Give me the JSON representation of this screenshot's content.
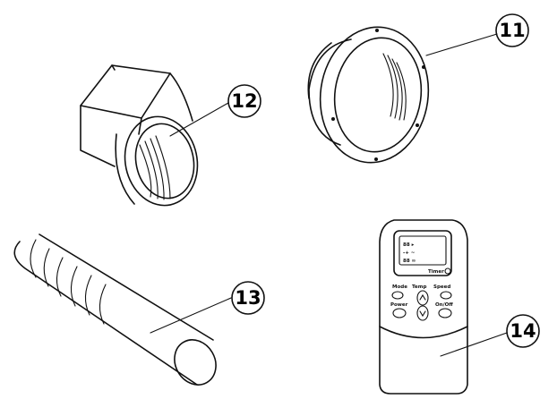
{
  "callouts": [
    {
      "label": "11",
      "part": "window-adapter-ring"
    },
    {
      "label": "12",
      "part": "exhaust-adapter"
    },
    {
      "label": "13",
      "part": "exhaust-hose"
    },
    {
      "label": "14",
      "part": "remote-control"
    }
  ],
  "remote": {
    "display_top": "88 ▸",
    "display_mid": "-+ ~",
    "display_bot": "88 ∞",
    "timer_label": "Timer",
    "mode_label": "Mode",
    "temp_label": "Temp",
    "speed_label": "Speed",
    "power_label": "Power",
    "onoff_label": "On/Off"
  },
  "colors": {
    "ink": "#111111",
    "background": "#ffffff"
  }
}
